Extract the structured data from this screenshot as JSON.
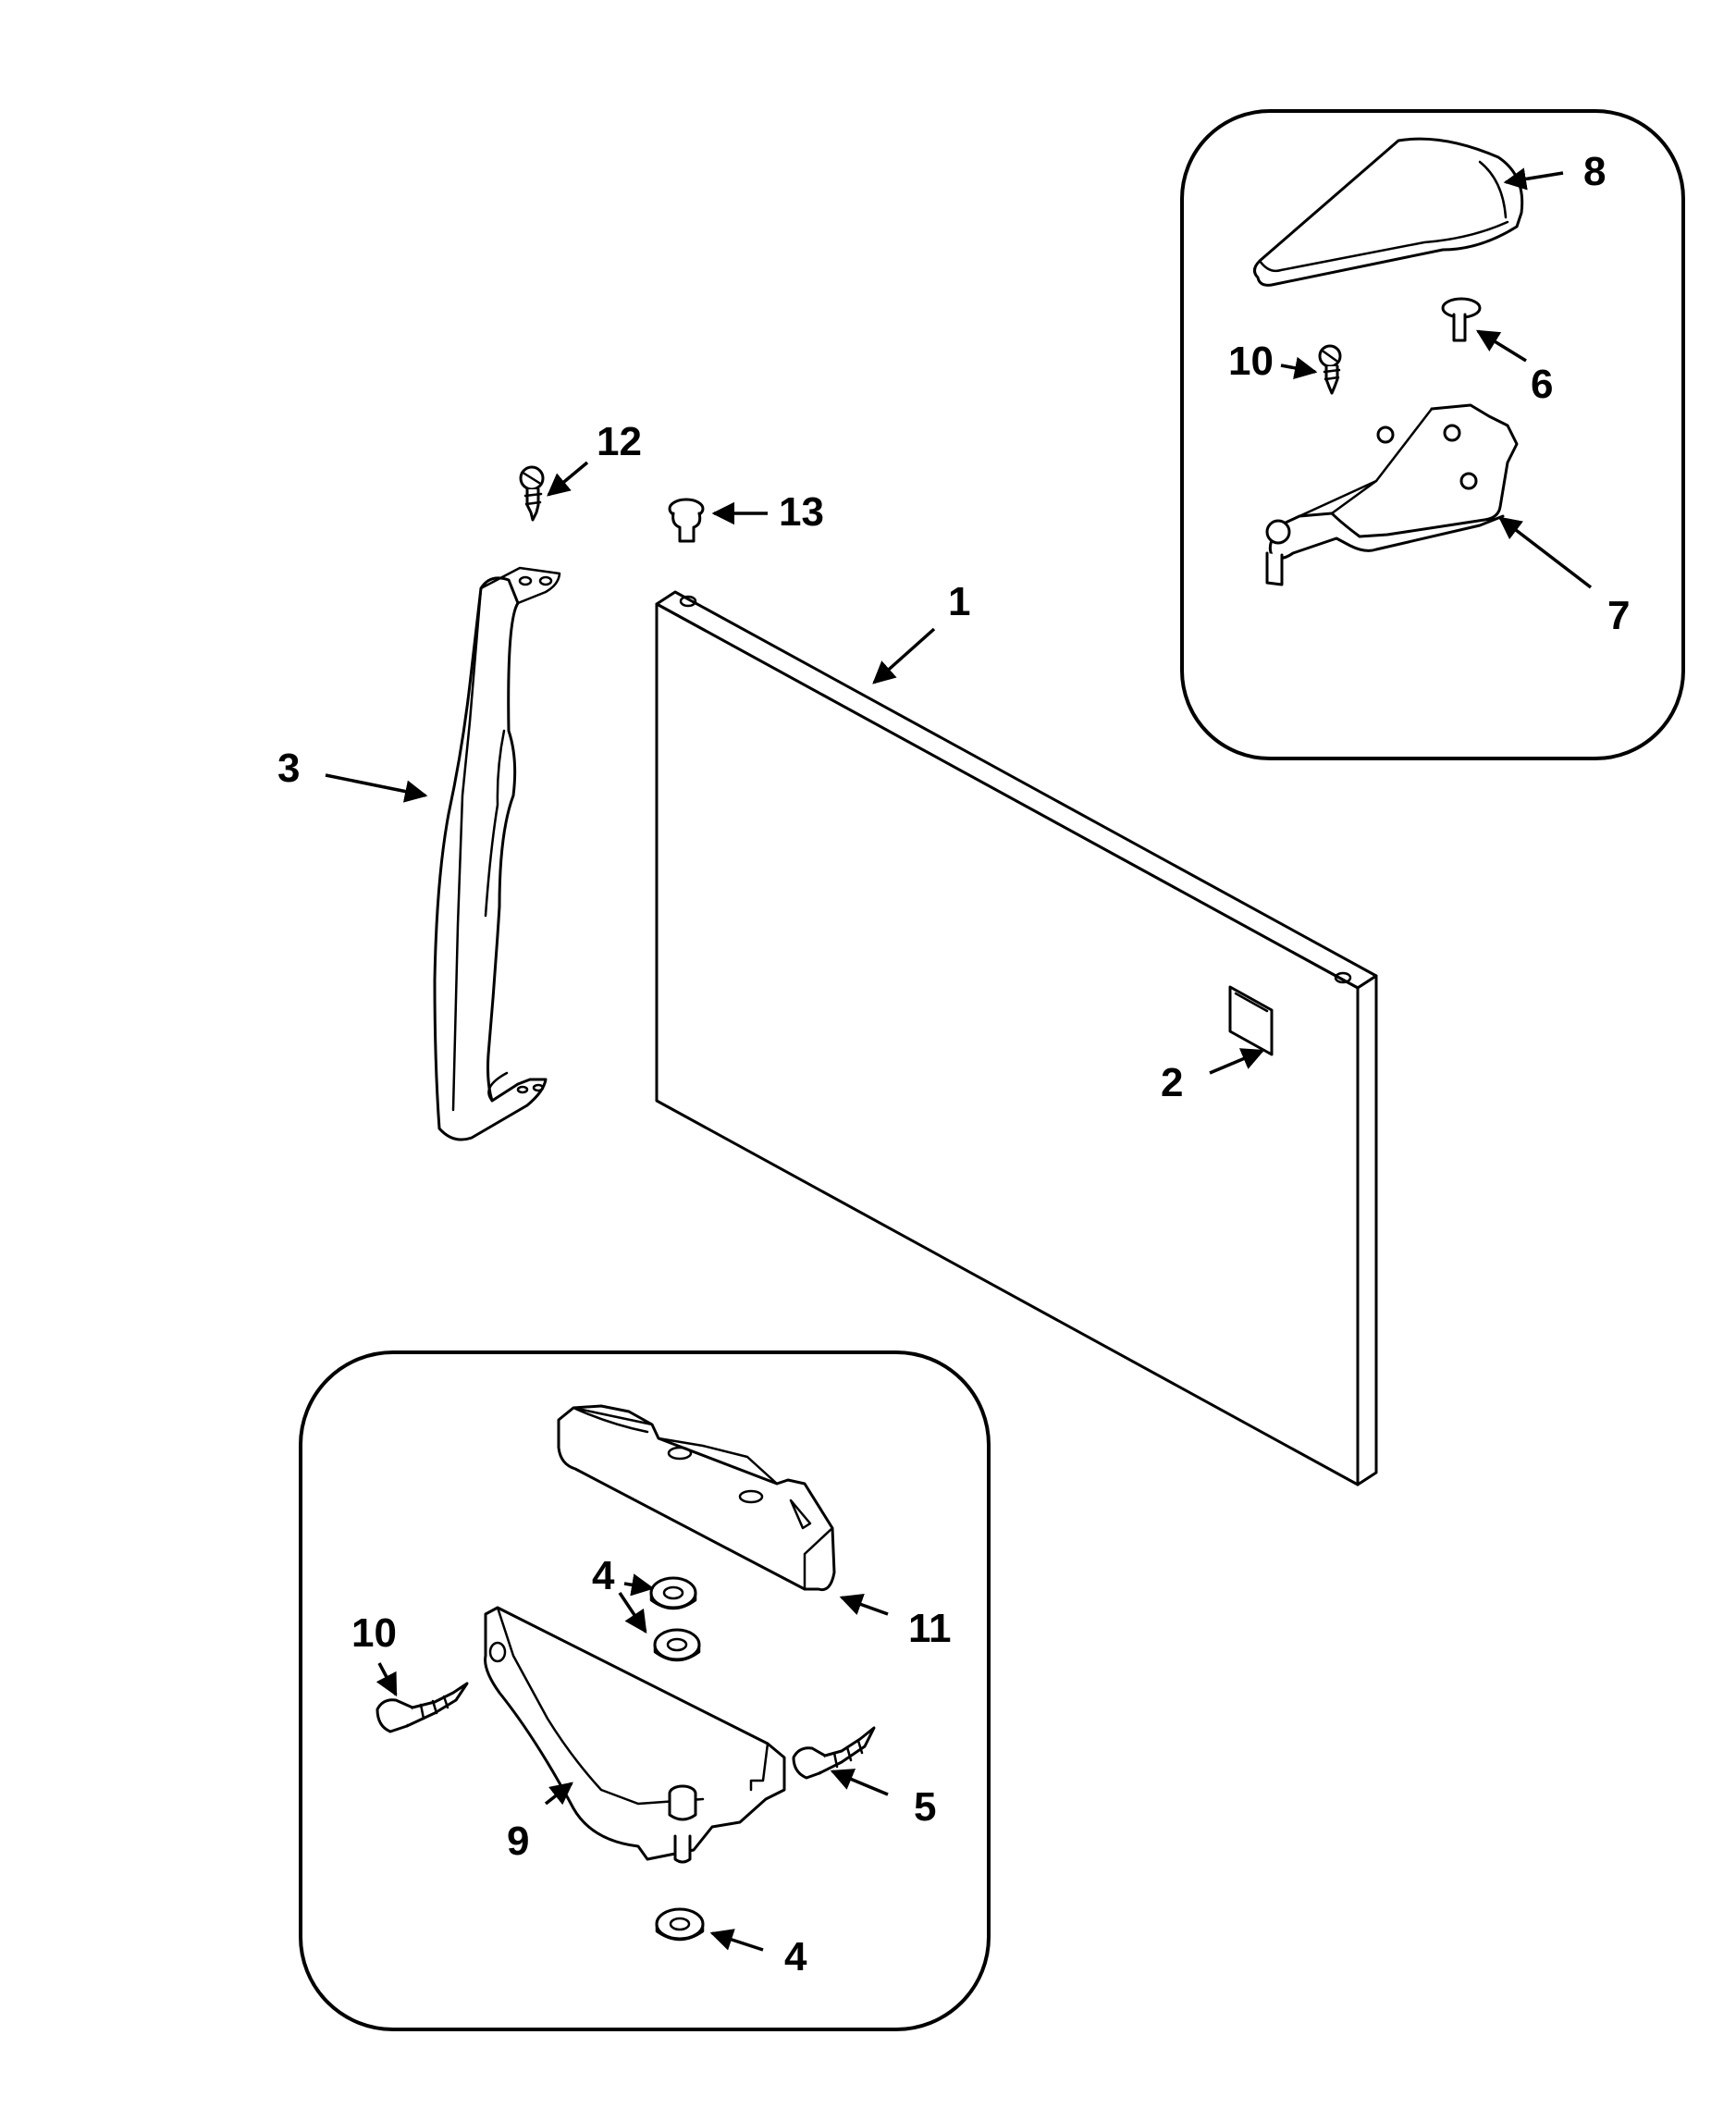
{
  "callouts": {
    "c1": "1",
    "c2": "2",
    "c3": "3",
    "c4a": "4",
    "c4b": "4",
    "c5": "5",
    "c6": "6",
    "c7": "7",
    "c8": "8",
    "c9": "9",
    "c10a": "10",
    "c10b": "10",
    "c11": "11",
    "c12": "12",
    "c13": "13"
  }
}
